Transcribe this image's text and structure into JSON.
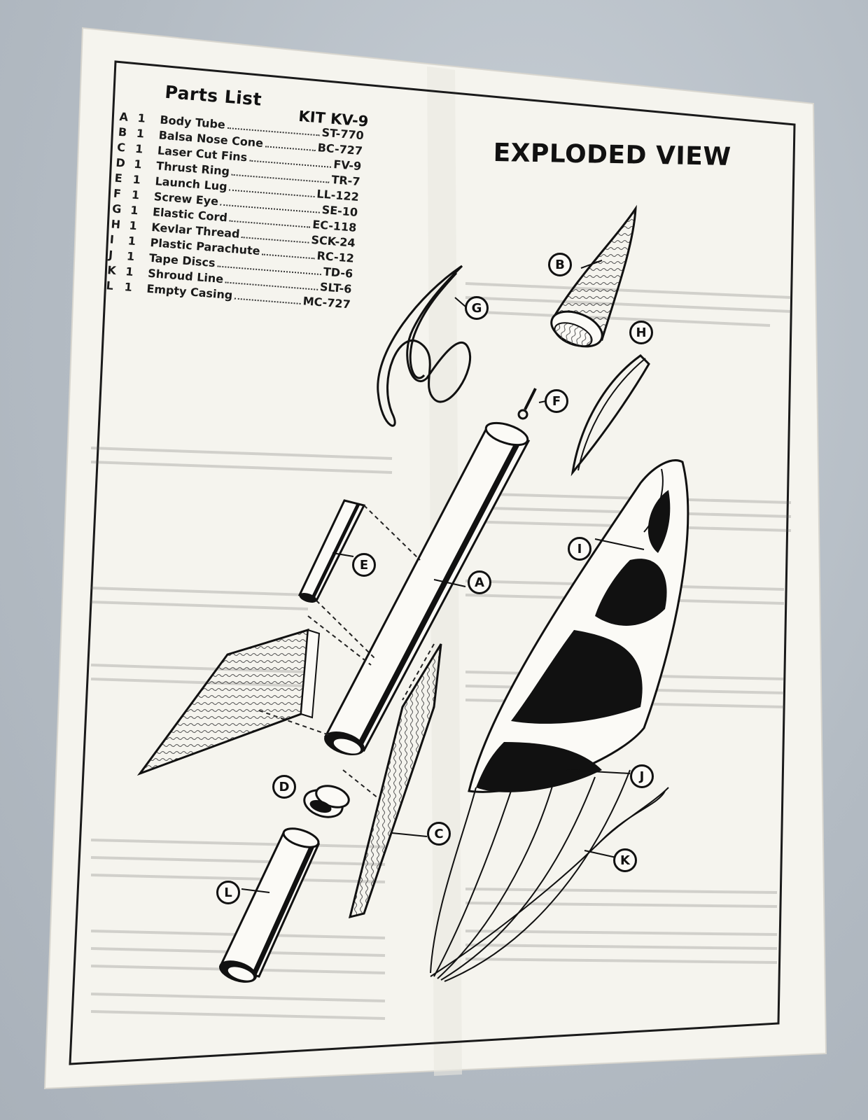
{
  "parts_list": {
    "title": "Parts List",
    "kit": "KIT KV-9",
    "items": [
      {
        "letter": "A",
        "qty": "1",
        "name": "Body Tube",
        "code": "ST-770"
      },
      {
        "letter": "B",
        "qty": "1",
        "name": "Balsa Nose Cone",
        "code": "BC-727"
      },
      {
        "letter": "C",
        "qty": "1",
        "name": "Laser Cut Fins",
        "code": "FV-9"
      },
      {
        "letter": "D",
        "qty": "1",
        "name": "Thrust Ring",
        "code": "TR-7"
      },
      {
        "letter": "E",
        "qty": "1",
        "name": "Launch Lug",
        "code": "LL-122"
      },
      {
        "letter": "F",
        "qty": "1",
        "name": "Screw Eye",
        "code": "SE-10"
      },
      {
        "letter": "G",
        "qty": "1",
        "name": "Elastic Cord",
        "code": "EC-118"
      },
      {
        "letter": "H",
        "qty": "1",
        "name": "Kevlar Thread",
        "code": "SCK-24"
      },
      {
        "letter": "I",
        "qty": "1",
        "name": "Plastic Parachute",
        "code": "RC-12"
      },
      {
        "letter": "J",
        "qty": "1",
        "name": "Tape Discs",
        "code": "TD-6"
      },
      {
        "letter": "K",
        "qty": "1",
        "name": "Shroud Line",
        "code": "SLT-6"
      },
      {
        "letter": "L",
        "qty": "1",
        "name": "Empty Casing",
        "code": "MC-727"
      }
    ]
  },
  "exploded_view": {
    "title": "EXPLODED VIEW",
    "callouts": [
      "A",
      "B",
      "C",
      "D",
      "E",
      "F",
      "G",
      "H",
      "I",
      "J",
      "K",
      "L"
    ]
  },
  "colors": {
    "paper": "#f7f6f1",
    "ink": "#111111",
    "wall": "#b9c1c9"
  }
}
